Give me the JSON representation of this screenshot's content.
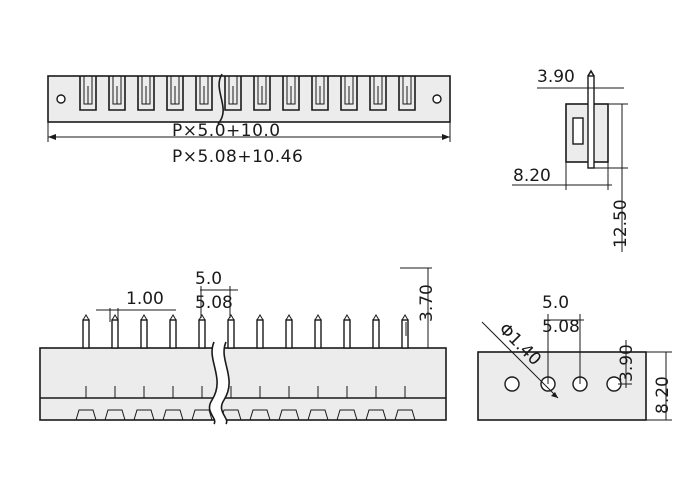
{
  "top_view": {
    "formula_1": "P×5.0+10.0",
    "formula_2": "P×5.08+10.46"
  },
  "side_view": {
    "dim_top": "3.90",
    "dim_width": "8.20",
    "dim_height": "12.50"
  },
  "front_view": {
    "pin_width": "1.00",
    "pitch_1": "5.0",
    "pitch_2": "5.08",
    "pin_height": "3.70"
  },
  "pcb_view": {
    "hole_dia": "Φ1.40",
    "pitch_1": "5.0",
    "pitch_2": "5.08",
    "offset": "3.90",
    "width": "8.20"
  }
}
